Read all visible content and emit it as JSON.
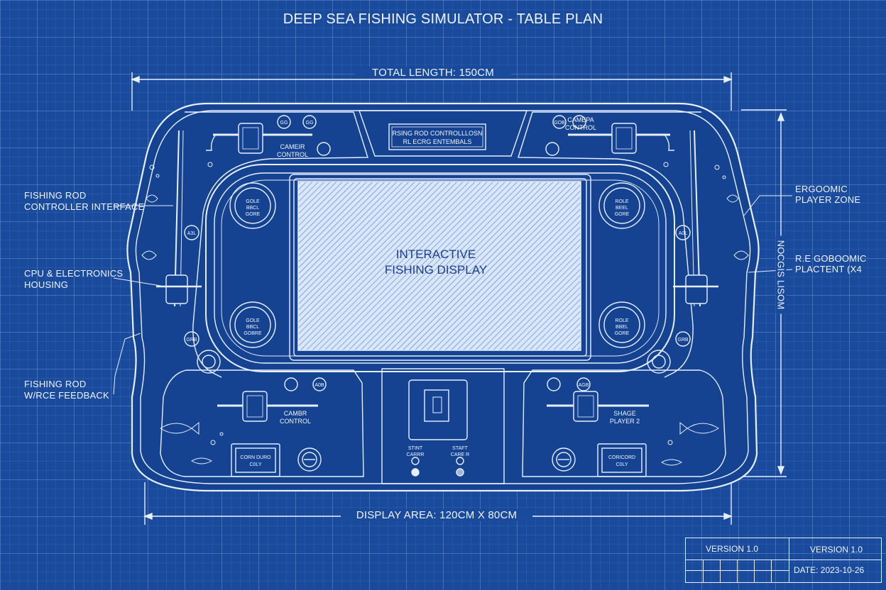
{
  "title": "DEEP SEA FISHING SIMULATOR - TABLE PLAN",
  "dimensions": {
    "total_length": "TOTAL LENGTH: 150CM",
    "display_area": "DISPLAY AREA: 120CM X 80CM",
    "right_vertical": "NOCGIS LISOM"
  },
  "left_labels": {
    "rod_controller": [
      "FISHING ROD",
      "CONTROLLER INTERFACE"
    ],
    "cpu": [
      "CPU & ELECTRONICS",
      "HOUSING"
    ],
    "force_feedback": [
      "FISHING ROD",
      "W/RCE FEEDBACK"
    ]
  },
  "right_labels": {
    "player_zone": [
      "ERGOOMIC",
      "PLAYER ZONE"
    ],
    "placement": [
      "R.E GOBOOMIC",
      "PLACTENT (X4"
    ]
  },
  "table": {
    "display_label": [
      "INTERACTIVE",
      "FISHING DISPLAY"
    ],
    "top_panel": [
      "RSING ROD CONTROLLLOSN",
      "RL ECRG ENTEMBALS"
    ],
    "station_labels": {
      "top_left": [
        "CAMEIR",
        "CONTROL"
      ],
      "top_right": [
        "CAMEPA",
        "CONTROL"
      ],
      "bottom_left": [
        "CAMBR",
        "CONTROL"
      ],
      "bottom_right": [
        "SHAGE",
        "PLAYER 2"
      ]
    },
    "corner_dials": {
      "top_left": [
        "GOLE",
        "BBCL",
        "GORE"
      ],
      "top_right": [
        "ROLE",
        "BEEL",
        "GORE"
      ],
      "bottom_left": [
        "GOLE",
        "BBCL",
        "GOBRE"
      ],
      "bottom_right": [
        "ROLE",
        "BBEL",
        "GORE"
      ]
    },
    "side_badges": [
      "A3L",
      "GRB",
      "A0L",
      "GRB"
    ],
    "top_badges": [
      "GG",
      "GG",
      "GOB"
    ],
    "bottom_badges": [
      "A0B",
      "AGB"
    ],
    "coin_labels": {
      "left": [
        "CORN DURO",
        "C0LY"
      ],
      "right": [
        "CORICORD",
        "C0LY"
      ]
    },
    "start_labels": {
      "left": [
        "STINT",
        "CARRR"
      ],
      "right": [
        "STAFT",
        "CARE R"
      ]
    }
  },
  "title_block": {
    "version_left": "VERSION 1.0",
    "version_right": "VERSION 1.0",
    "date": "DATE: 2023-10-26"
  },
  "colors": {
    "background": "#1a4a9c",
    "line": "#e6efff",
    "table_fill": "#154391"
  }
}
